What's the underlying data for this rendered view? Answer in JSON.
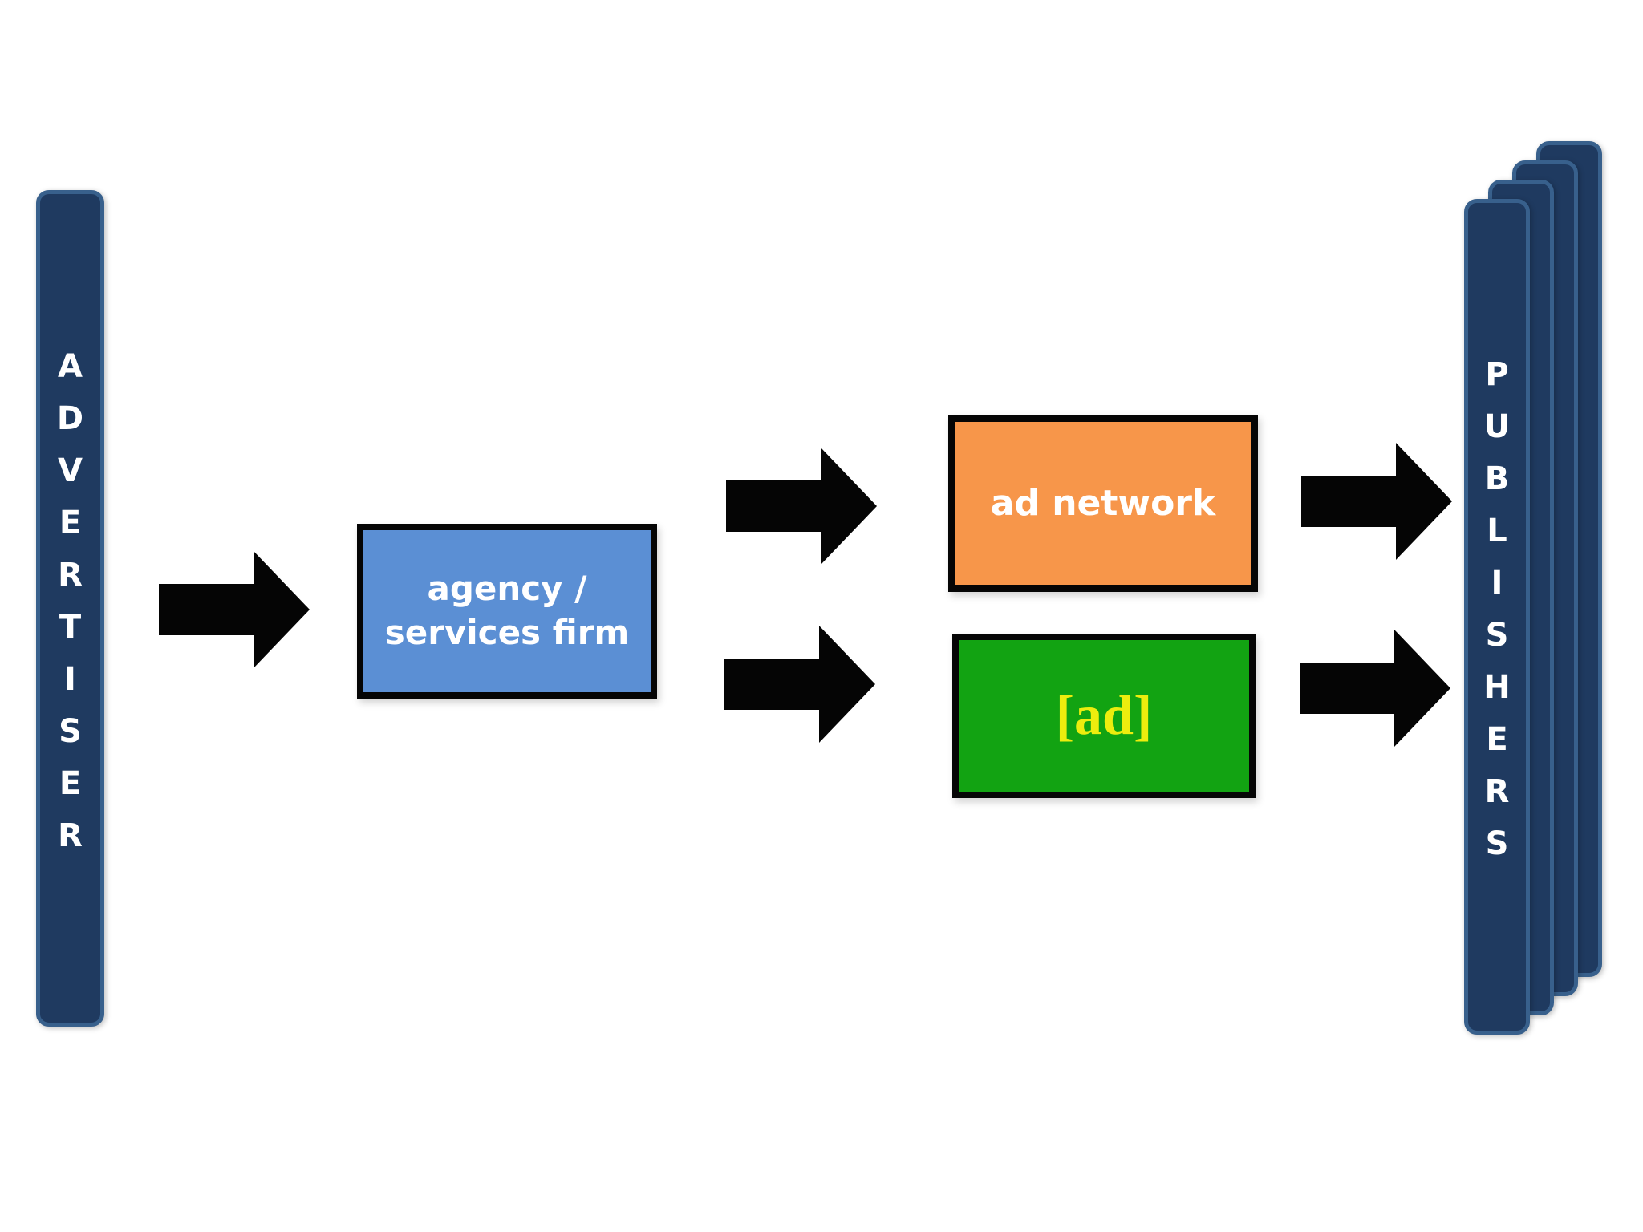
{
  "diagram": {
    "type": "flow-diagram",
    "background": "#ffffff",
    "nodes": {
      "advertiser": {
        "label": "ADVERTISER",
        "shape": "vertical-bar",
        "fill": "#1F3A60",
        "border": "#38608C",
        "text_color": "#ffffff"
      },
      "agency": {
        "label": "agency /\nservices firm",
        "shape": "rect",
        "fill": "#5B8FD4",
        "border": "#050505",
        "text_color": "#ffffff"
      },
      "ad_network": {
        "label": "ad network",
        "shape": "rect",
        "fill": "#F7964A",
        "border": "#050505",
        "text_color": "#ffffff"
      },
      "ad_unit": {
        "label": "[ad]",
        "shape": "rect",
        "fill": "#12A312",
        "border": "#050505",
        "text_color": "#EDED0E"
      },
      "publishers": {
        "label": "PUBLISHERS",
        "shape": "stacked-vertical-bars",
        "stack_count": 4,
        "fill": "#1F3A60",
        "border": "#38608C",
        "text_color": "#ffffff"
      }
    },
    "arrows": [
      {
        "from": "advertiser",
        "to": "agency"
      },
      {
        "from": "agency",
        "to": "ad_network"
      },
      {
        "from": "agency",
        "to": "ad_unit"
      },
      {
        "from": "ad_network",
        "to": "publishers"
      },
      {
        "from": "ad_unit",
        "to": "publishers"
      }
    ],
    "arrow_color": "#050505"
  }
}
